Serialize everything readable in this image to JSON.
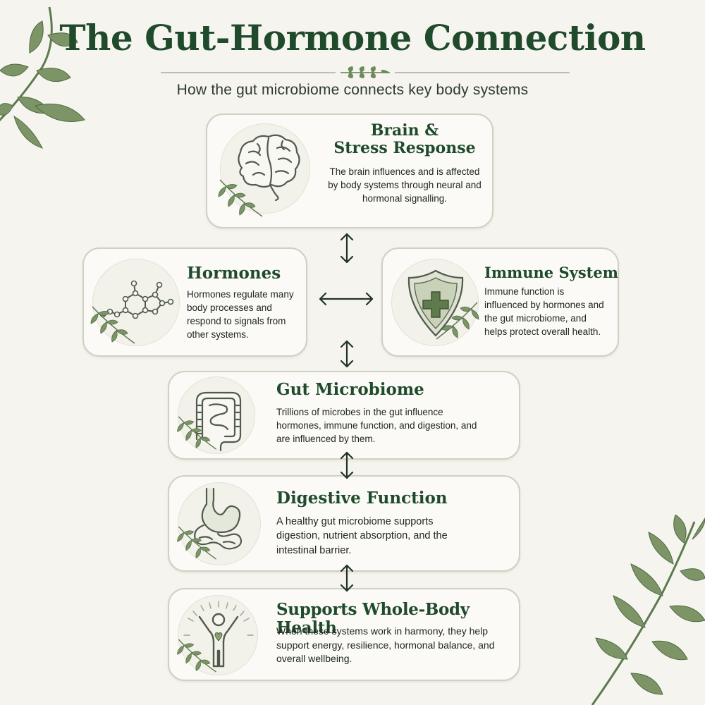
{
  "header": {
    "title": "The Gut-Hormone Connection",
    "subtitle": "How the gut microbiome connects key body systems"
  },
  "nodes": {
    "brain": {
      "title_line1": "Brain &",
      "title_line2": "Stress Response",
      "description": "The brain influences and is affected by body systems through neural and hormonal signalling.",
      "icon": "brain-icon"
    },
    "hormones": {
      "title": "Hormones",
      "description": "Hormones regulate many body processes and respond to signals from other systems.",
      "icon": "molecule-icon"
    },
    "immune": {
      "title": "Immune System",
      "description": "Immune function is influenced by hormones and the gut microbiome, and helps protect overall health.",
      "icon": "shield-cross-icon"
    },
    "gut": {
      "title": "Gut Microbiome",
      "description": "Trillions of microbes in the gut influence hormones, immune function, and digestion, and are influenced by them.",
      "icon": "intestine-icon"
    },
    "digestive": {
      "title": "Digestive Function",
      "description": "A healthy gut microbiome supports digestion, nutrient absorption, and the intestinal barrier.",
      "icon": "stomach-icon"
    },
    "health": {
      "title": "Supports Whole-Body Health",
      "description": "When these systems work in harmony, they help support energy, resilience, hormonal balance, and overall wellbeing.",
      "icon": "person-heart-icon"
    }
  },
  "colors": {
    "background": "#f6f4ee",
    "title_green": "#1f4a2c",
    "leaf_green": "#7d9566",
    "card_border": "#cfd1c3"
  }
}
